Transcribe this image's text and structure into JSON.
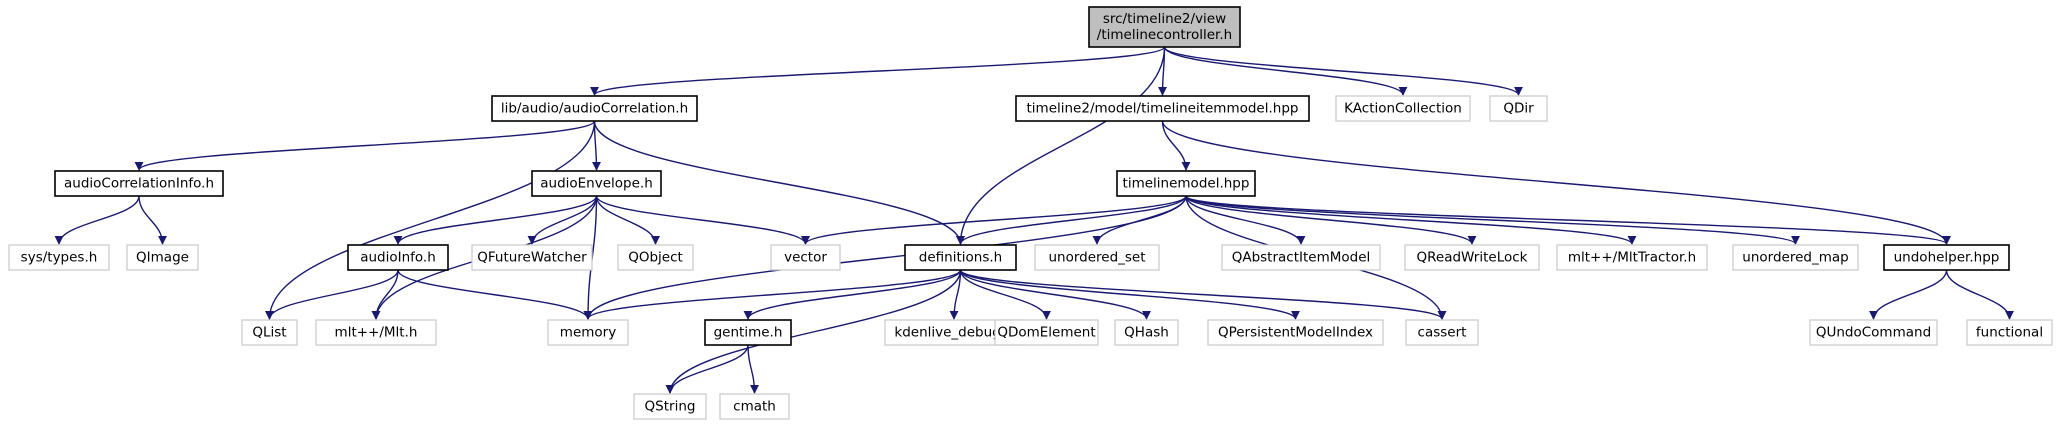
{
  "graph": {
    "colors": {
      "edge": "#191970",
      "root_fill": "#bfbfbf",
      "node_border": "#000000",
      "external_border": "#c8c8c8"
    },
    "nodes": {
      "root": {
        "lines": [
          "src/timeline2/view",
          "/timelinecontroller.h"
        ],
        "kind": "root"
      },
      "audioCorrelation": {
        "lines": [
          "lib/audio/audioCorrelation.h"
        ],
        "kind": "file"
      },
      "timelineitemmodel": {
        "lines": [
          "timeline2/model/timelineitemmodel.hpp"
        ],
        "kind": "file"
      },
      "KActionCollection": {
        "lines": [
          "KActionCollection"
        ],
        "kind": "external"
      },
      "QDir": {
        "lines": [
          "QDir"
        ],
        "kind": "external"
      },
      "audioCorrelationInfo": {
        "lines": [
          "audioCorrelationInfo.h"
        ],
        "kind": "file"
      },
      "audioEnvelope": {
        "lines": [
          "audioEnvelope.h"
        ],
        "kind": "file"
      },
      "timelinemodel": {
        "lines": [
          "timelinemodel.hpp"
        ],
        "kind": "file"
      },
      "sys_types": {
        "lines": [
          "sys/types.h"
        ],
        "kind": "external"
      },
      "QImage": {
        "lines": [
          "QImage"
        ],
        "kind": "external"
      },
      "audioInfo": {
        "lines": [
          "audioInfo.h"
        ],
        "kind": "file"
      },
      "QFutureWatcher": {
        "lines": [
          "QFutureWatcher"
        ],
        "kind": "external"
      },
      "QObject": {
        "lines": [
          "QObject"
        ],
        "kind": "external"
      },
      "vector": {
        "lines": [
          "vector"
        ],
        "kind": "external"
      },
      "definitions": {
        "lines": [
          "definitions.h"
        ],
        "kind": "file"
      },
      "unordered_set": {
        "lines": [
          "unordered_set"
        ],
        "kind": "external"
      },
      "QAbstractItemModel": {
        "lines": [
          "QAbstractItemModel"
        ],
        "kind": "external"
      },
      "QReadWriteLock": {
        "lines": [
          "QReadWriteLock"
        ],
        "kind": "external"
      },
      "MltTractor": {
        "lines": [
          "mlt++/MltTractor.h"
        ],
        "kind": "external"
      },
      "unordered_map": {
        "lines": [
          "unordered_map"
        ],
        "kind": "external"
      },
      "undohelper": {
        "lines": [
          "undohelper.hpp"
        ],
        "kind": "file"
      },
      "QList": {
        "lines": [
          "QList"
        ],
        "kind": "external"
      },
      "Mlt": {
        "lines": [
          "mlt++/Mlt.h"
        ],
        "kind": "external"
      },
      "memory": {
        "lines": [
          "memory"
        ],
        "kind": "external"
      },
      "gentime": {
        "lines": [
          "gentime.h"
        ],
        "kind": "file"
      },
      "kdenlive_debug": {
        "lines": [
          "kdenlive_debug.h"
        ],
        "kind": "external"
      },
      "QDomElement": {
        "lines": [
          "QDomElement"
        ],
        "kind": "external"
      },
      "QHash": {
        "lines": [
          "QHash"
        ],
        "kind": "external"
      },
      "QPersistentModelIndex": {
        "lines": [
          "QPersistentModelIndex"
        ],
        "kind": "external"
      },
      "cassert": {
        "lines": [
          "cassert"
        ],
        "kind": "external"
      },
      "QUndoCommand": {
        "lines": [
          "QUndoCommand"
        ],
        "kind": "external"
      },
      "functional": {
        "lines": [
          "functional"
        ],
        "kind": "external"
      },
      "QString": {
        "lines": [
          "QString"
        ],
        "kind": "external"
      },
      "cmath": {
        "lines": [
          "cmath"
        ],
        "kind": "external"
      }
    },
    "edges": [
      [
        "root",
        "audioCorrelation"
      ],
      [
        "root",
        "definitions"
      ],
      [
        "root",
        "timelineitemmodel"
      ],
      [
        "root",
        "KActionCollection"
      ],
      [
        "root",
        "QDir"
      ],
      [
        "audioCorrelation",
        "audioCorrelationInfo"
      ],
      [
        "audioCorrelation",
        "audioEnvelope"
      ],
      [
        "audioCorrelation",
        "QList"
      ],
      [
        "audioCorrelation",
        "definitions"
      ],
      [
        "timelineitemmodel",
        "timelinemodel"
      ],
      [
        "timelineitemmodel",
        "undohelper"
      ],
      [
        "audioCorrelationInfo",
        "sys_types"
      ],
      [
        "audioCorrelationInfo",
        "QImage"
      ],
      [
        "audioEnvelope",
        "audioInfo"
      ],
      [
        "audioEnvelope",
        "QFutureWatcher"
      ],
      [
        "audioEnvelope",
        "QObject"
      ],
      [
        "audioEnvelope",
        "vector"
      ],
      [
        "audioEnvelope",
        "Mlt"
      ],
      [
        "audioEnvelope",
        "memory"
      ],
      [
        "timelinemodel",
        "vector"
      ],
      [
        "timelinemodel",
        "definitions"
      ],
      [
        "timelinemodel",
        "unordered_set"
      ],
      [
        "timelinemodel",
        "QAbstractItemModel"
      ],
      [
        "timelinemodel",
        "QReadWriteLock"
      ],
      [
        "timelinemodel",
        "MltTractor"
      ],
      [
        "timelinemodel",
        "unordered_map"
      ],
      [
        "timelinemodel",
        "undohelper"
      ],
      [
        "timelinemodel",
        "memory"
      ],
      [
        "timelinemodel",
        "cassert"
      ],
      [
        "audioInfo",
        "QList"
      ],
      [
        "audioInfo",
        "Mlt"
      ],
      [
        "audioInfo",
        "memory"
      ],
      [
        "definitions",
        "memory"
      ],
      [
        "definitions",
        "gentime"
      ],
      [
        "definitions",
        "kdenlive_debug"
      ],
      [
        "definitions",
        "QDomElement"
      ],
      [
        "definitions",
        "QHash"
      ],
      [
        "definitions",
        "QPersistentModelIndex"
      ],
      [
        "definitions",
        "cassert"
      ],
      [
        "definitions",
        "QString"
      ],
      [
        "gentime",
        "QString"
      ],
      [
        "gentime",
        "cmath"
      ],
      [
        "undohelper",
        "QUndoCommand"
      ],
      [
        "undohelper",
        "functional"
      ]
    ]
  }
}
